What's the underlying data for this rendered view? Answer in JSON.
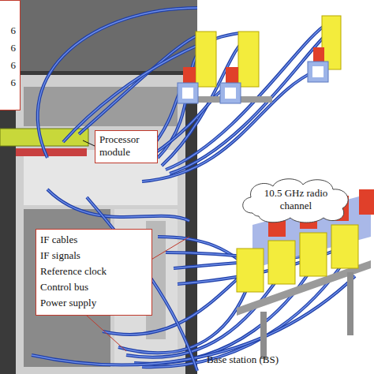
{
  "diagram": {
    "nodes": [
      {
        "text": [
          "6",
          "6",
          "6",
          "6"
        ]
      },
      {
        "text": [
          "Processor module"
        ]
      },
      {
        "text": [
          "10.5 GHz radio channel"
        ]
      },
      {
        "text": [
          "IF cables",
          "IF signals",
          "Reference clock",
          "Control bus",
          "Power supply"
        ]
      }
    ],
    "labels": [
      "Base station (BS)"
    ]
  }
}
